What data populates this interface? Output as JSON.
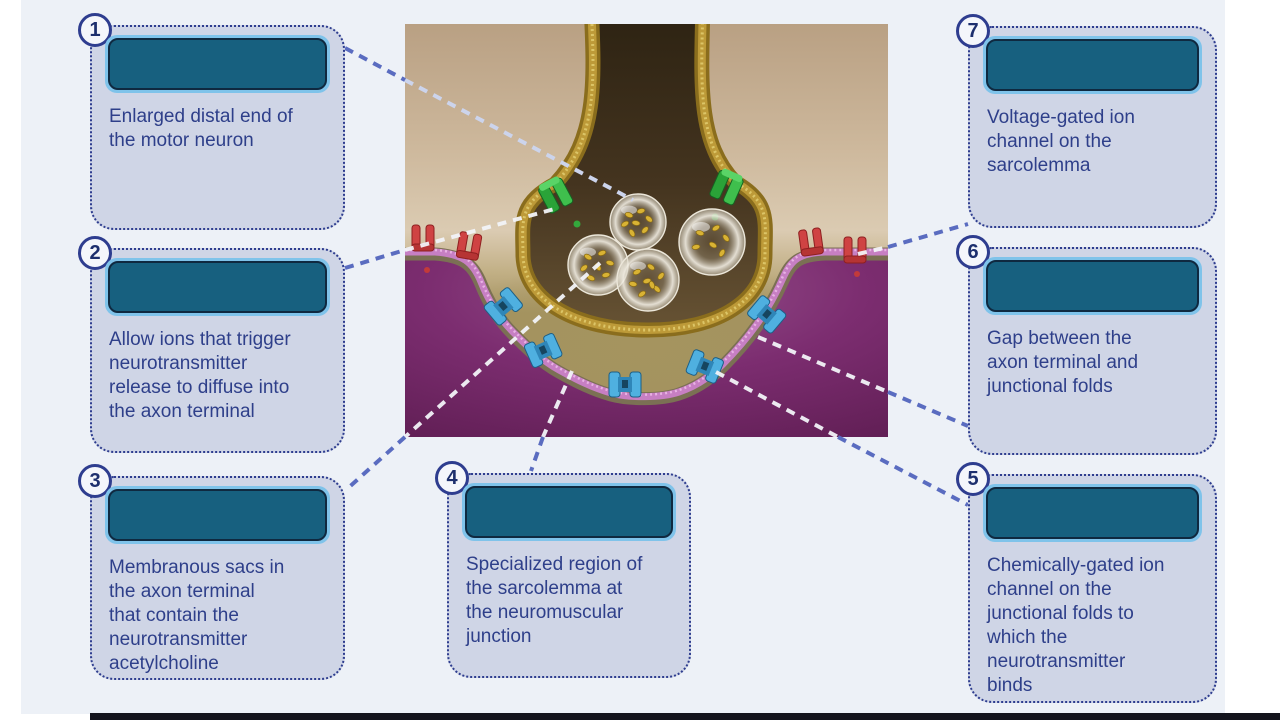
{
  "colors": {
    "page_bg": "#ffffff",
    "panel_bg": "#edf1f7",
    "card_bg": "#cfd5e6",
    "card_border": "#2e3d8f",
    "card_text": "#2e3f8a",
    "badge_bg": "#f4f6fb",
    "badge_text": "#1d2f6e",
    "slot_fill": "#17607f",
    "slot_border": "#0f2940",
    "slot_glow": "#7fc3ea",
    "connector_outer": "#5a6cc0",
    "connector_inner": "#f2f3f8",
    "bottom_bar": "#14141d"
  },
  "cards": [
    {
      "number": "1",
      "description": "Enlarged distal end of\nthe motor neuron"
    },
    {
      "number": "2",
      "description": "Allow ions that trigger\nneurotransmitter\nrelease to diffuse into\nthe axon terminal"
    },
    {
      "number": "3",
      "description": "Membranous sacs in\nthe axon terminal\nthat contain the\nneurotransmitter\nacetylcholine"
    },
    {
      "number": "4",
      "description": "Specialized region of\nthe sarcolemma at\nthe neuromuscular\njunction"
    },
    {
      "number": "5",
      "description": "Chemically-gated ion\nchannel on the\njunctional folds to\nwhich the\nneurotransmitter\nbinds"
    },
    {
      "number": "6",
      "description": "Gap between the\naxon terminal and\njunctional folds"
    },
    {
      "number": "7",
      "description": "Voltage-gated ion\nchannel on the\nsarcolemma"
    }
  ],
  "diagram": {
    "name": "neuromuscular-junction-illustration",
    "parts": [
      "motor-neuron-axon",
      "axon-terminal",
      "synaptic-vesicles",
      "voltage-gated-calcium-channels",
      "sarcolemma",
      "junctional-folds",
      "synaptic-cleft",
      "chemically-gated-ion-channels",
      "voltage-gated-ion-channels"
    ]
  }
}
